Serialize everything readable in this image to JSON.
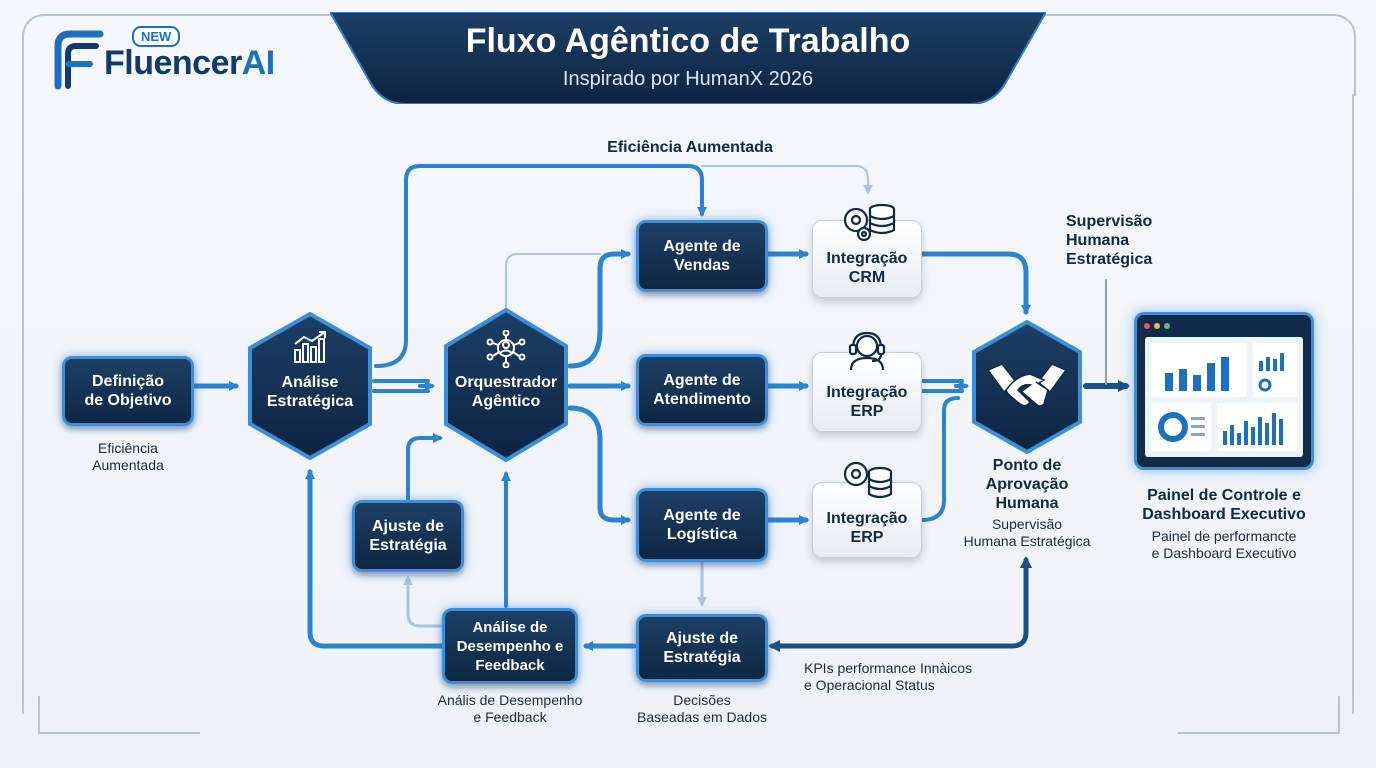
{
  "logo": {
    "badge": "NEW",
    "word_main": "Fluencer",
    "word_accent": "AI"
  },
  "header": {
    "title": "Fluxo Agêntico de Trabalho",
    "subtitle": "Inspirado por HumanX 2026"
  },
  "top_label": "Eficiência Aumentada",
  "nodes": {
    "definicao": "Definição\nde Objetivo",
    "analise": "Análise\nEstratégica",
    "orquestrador": "Orquestrador\nAgêntico",
    "ajuste_left": "Ajuste de\nEstratégia",
    "agente_vendas": "Agente de\nVendas",
    "agente_atendimento": "Agente de\nAtendimento",
    "agente_logistica": "Agente de\nLogística",
    "integracao_crm": "Integração\nCRM",
    "integracao_erp1": "Integração\nERP",
    "integracao_erp2": "Integração\nERP",
    "analise_desempenho": "Análise de\nDesempenho e\nFeedback",
    "ajuste_bottom": "Ajuste de\nEstratégia",
    "ponto_aprovacao": "Ponto de\nAprovação\nHumana",
    "painel": "Painel de Controle e\nDashboard Executivo"
  },
  "captions": {
    "definicao": "Eficiência\nAumentada",
    "supervisao_top": "Supervisão\nHumana\nEstratégica",
    "ponto": "Supervisão\nHumana Estratégica",
    "painel": "Painel de performancte\ne Dashboard Executivo",
    "analise_desempenho": "Anális de Desempenho\ne Feedback",
    "ajuste_bottom": "Decisões\nBaseadas em Dados",
    "kpis": "KPIs performance Innàicos\ne Operacional Status"
  },
  "icons": [
    "chart-growth-icon",
    "network-person-icon",
    "gears-database-icon",
    "headset-agent-icon",
    "handshake-icon",
    "dashboard-screen-icon"
  ],
  "colors": {
    "dark_navy": "#0f2744",
    "accent_blue": "#1f6fc1",
    "arrow_blue": "#2a84d2",
    "light_arrow": "#a7c4e0"
  }
}
